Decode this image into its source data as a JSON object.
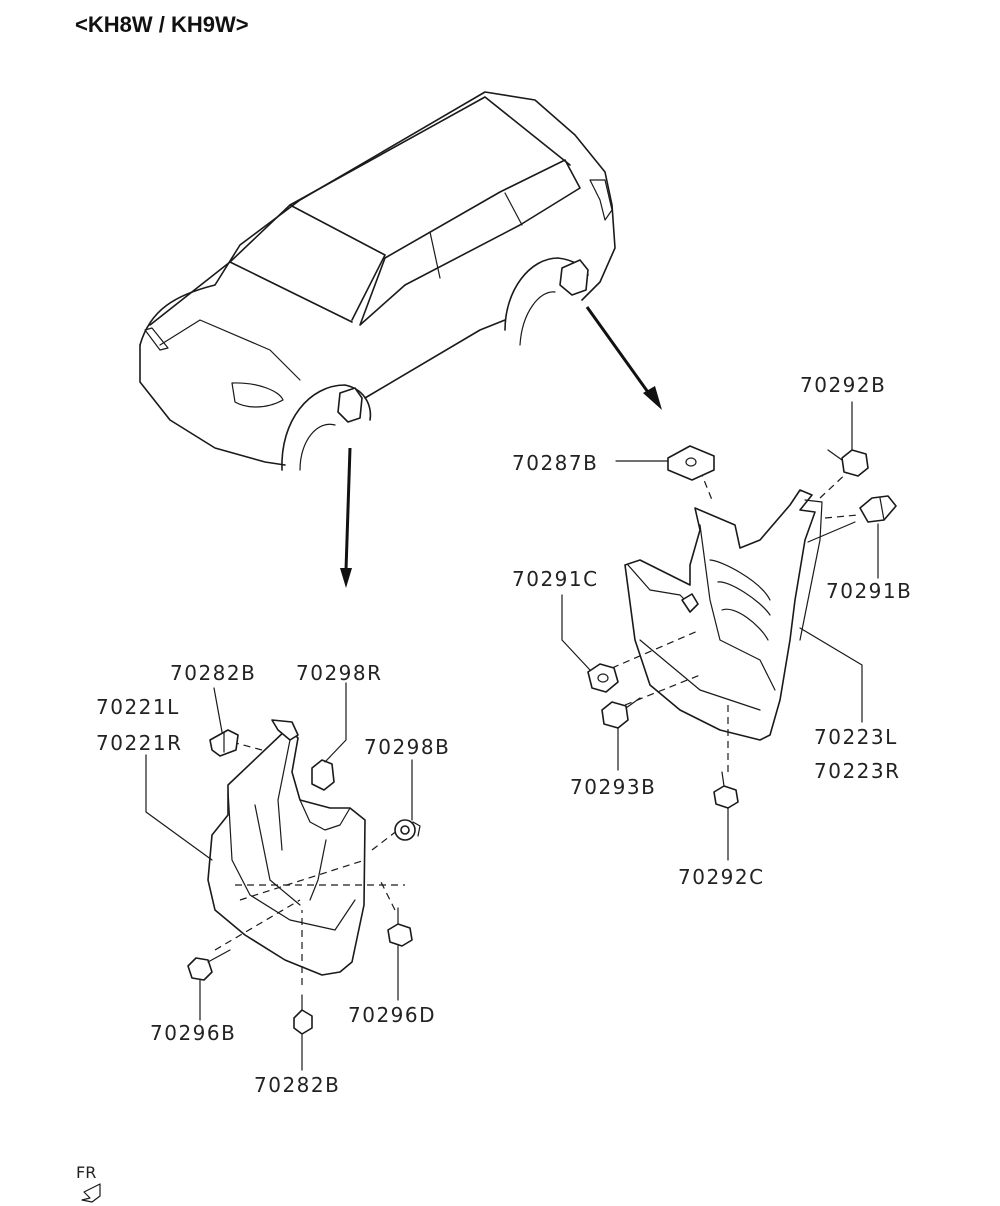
{
  "title": "<KH8W / KH9W>",
  "orientation_marker": "FR",
  "front_callouts": {
    "p70282B_top": "70282B",
    "p70298R": "70298R",
    "p70221L": "70221L",
    "p70221R": "70221R",
    "p70298B": "70298B",
    "p70296B": "70296B",
    "p70296D": "70296D",
    "p70282B_bottom": "70282B"
  },
  "rear_callouts": {
    "p70292B": "70292B",
    "p70287B": "70287B",
    "p70291C": "70291C",
    "p70291B": "70291B",
    "p70223L": "70223L",
    "p70223R": "70223R",
    "p70293B": "70293B",
    "p70292C": "70292C"
  }
}
